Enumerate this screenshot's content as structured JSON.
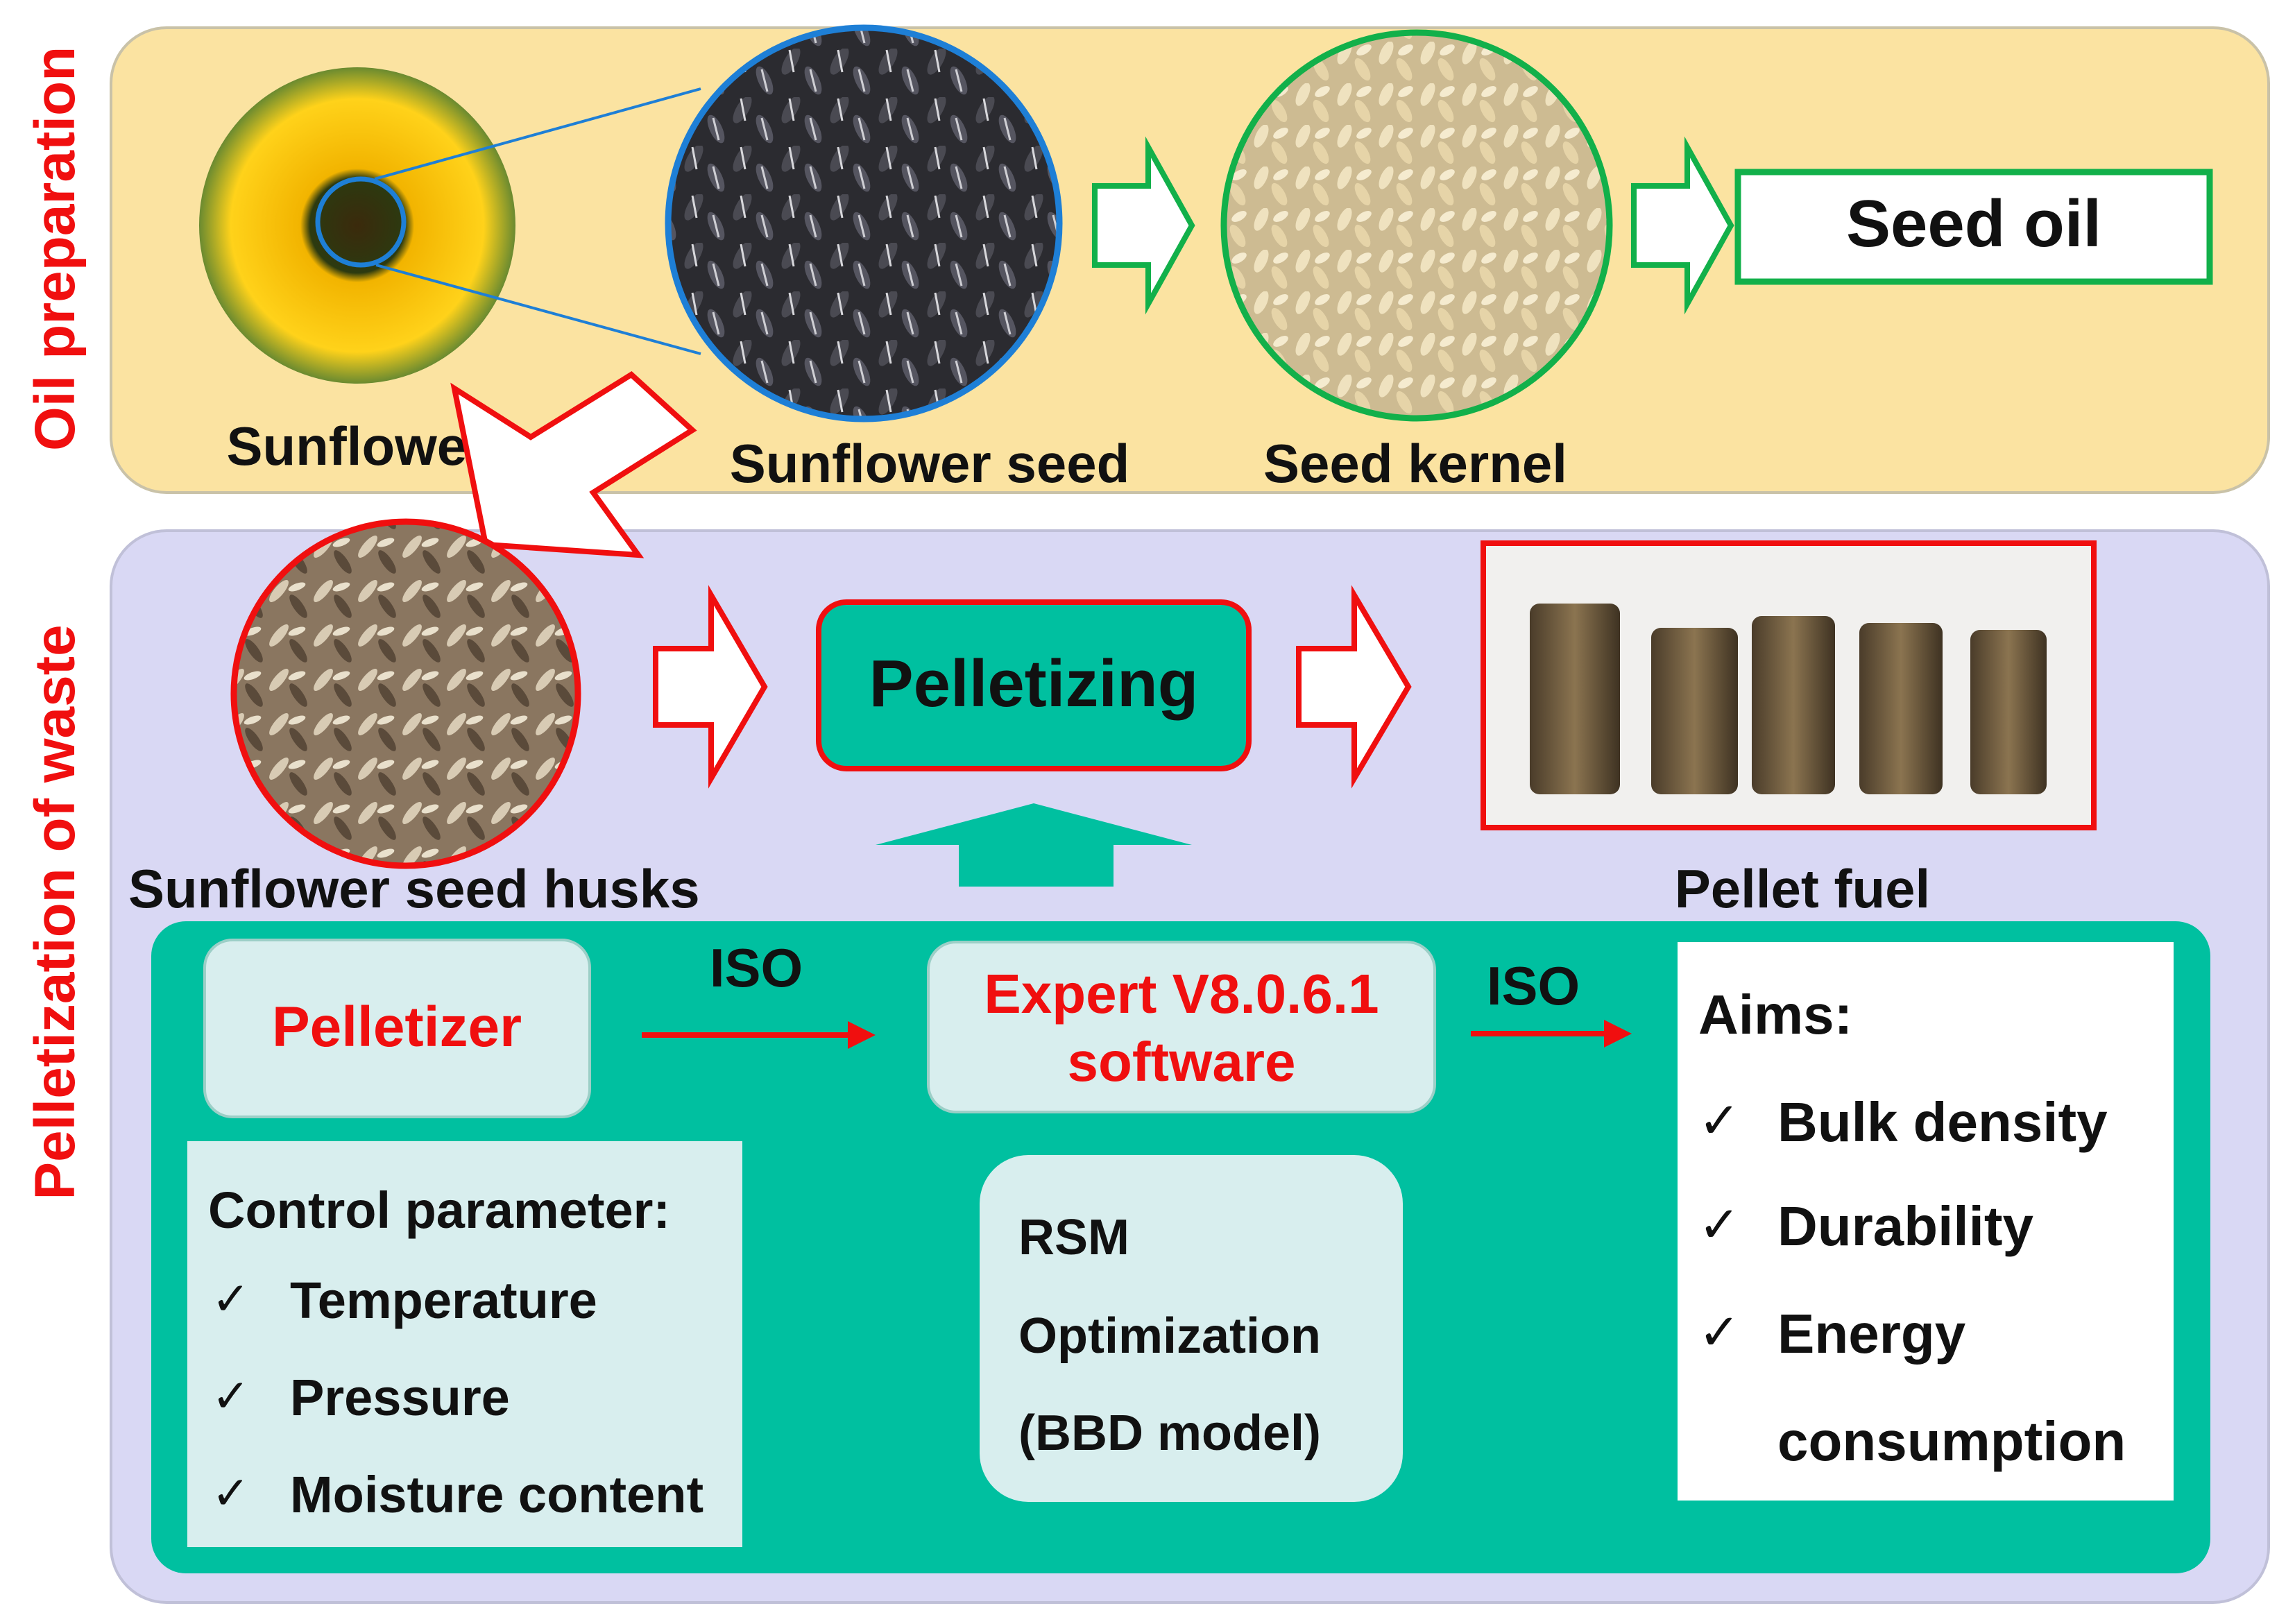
{
  "sections": {
    "oil_preparation": "Oil preparation",
    "pelletization": "Pelletization of waste"
  },
  "labels": {
    "sunflower": "Sunflower",
    "sunflower_seed": "Sunflower seed",
    "seed_kernel": "Seed kernel",
    "seed_oil": "Seed oil",
    "husks": "Sunflower seed  husks",
    "pelletizing": "Pelletizing",
    "pellet_fuel": "Pellet fuel",
    "pelletizer": "Pelletizer",
    "iso_1": "ISO",
    "iso_2": "ISO",
    "software_line1": "Expert V8.0.6.1",
    "software_line2": "software"
  },
  "control": {
    "title": "Control parameter:",
    "items": [
      "Temperature",
      "Pressure",
      "Moisture content"
    ]
  },
  "rsm": {
    "lines": [
      "RSM",
      "Optimization",
      "(BBD model)"
    ]
  },
  "aims": {
    "title": "Aims:",
    "items": [
      "Bulk density",
      "Durability",
      "Energy",
      "consumption"
    ]
  },
  "check": "✓",
  "colors": {
    "top_panel": "#fbe3a1",
    "bottom_panel": "#d9d8f4",
    "teal": "#00c0a0",
    "light_box": "#d8eeee",
    "red": "#f00f0f",
    "green": "#12b04a",
    "blue": "#1e7fd6"
  }
}
